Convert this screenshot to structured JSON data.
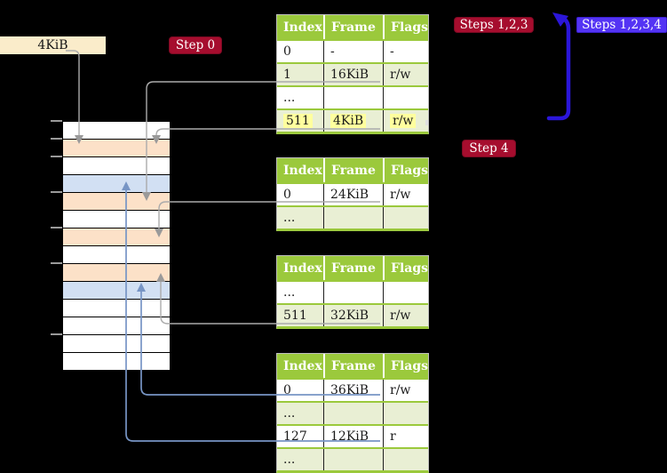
{
  "labels": {
    "frame_4kib": "4KiB",
    "step0": "Step 0",
    "steps123": "Steps 1,2,3",
    "steps1234": "Steps 1,2,3,4",
    "step4": "Step 4"
  },
  "colors": {
    "header_green": "#9bc93c",
    "row_alt_green": "#e9efd4",
    "highlight_yellow": "#ffff9e",
    "red_label": "#a60d2e",
    "blue_label": "#5434f4",
    "big_arrow_blue": "#2b16d9",
    "line_gray": "#ababab",
    "arrowhead_gray": "#9a9a9a",
    "line_steelblue": "#7795c5",
    "mem_orange": "#fce1c8",
    "mem_blue": "#d2e0f3",
    "frame_label_bg": "#faecca"
  },
  "tables": [
    {
      "name": "page-table-1",
      "headers": [
        "Index",
        "Frame",
        "Flags"
      ],
      "rows": [
        {
          "index": "0",
          "frame": "-",
          "flags": "-",
          "shade": false,
          "highlight": false
        },
        {
          "index": "1",
          "frame": "16KiB",
          "flags": "r/w",
          "shade": true,
          "highlight": false
        },
        {
          "index": "...",
          "frame": "",
          "flags": "",
          "shade": false,
          "highlight": false
        },
        {
          "index": "511",
          "frame": "4KiB",
          "flags": "r/w",
          "shade": true,
          "highlight": true
        }
      ]
    },
    {
      "name": "page-table-2",
      "headers": [
        "Index",
        "Frame",
        "Flags"
      ],
      "rows": [
        {
          "index": "0",
          "frame": "24KiB",
          "flags": "r/w",
          "shade": false,
          "highlight": false
        },
        {
          "index": "...",
          "frame": "",
          "flags": "",
          "shade": true,
          "highlight": false
        }
      ]
    },
    {
      "name": "page-table-3",
      "headers": [
        "Index",
        "Frame",
        "Flags"
      ],
      "rows": [
        {
          "index": "...",
          "frame": "",
          "flags": "",
          "shade": false,
          "highlight": false
        },
        {
          "index": "511",
          "frame": "32KiB",
          "flags": "r/w",
          "shade": true,
          "highlight": false
        }
      ]
    },
    {
      "name": "page-table-4",
      "headers": [
        "Index",
        "Frame",
        "Flags"
      ],
      "rows": [
        {
          "index": "0",
          "frame": "36KiB",
          "flags": "r/w",
          "shade": false,
          "highlight": false
        },
        {
          "index": "...",
          "frame": "",
          "flags": "",
          "shade": true,
          "highlight": false
        },
        {
          "index": "127",
          "frame": "12KiB",
          "flags": "r",
          "shade": false,
          "highlight": false
        },
        {
          "index": "...",
          "frame": "",
          "flags": "",
          "shade": true,
          "highlight": false
        }
      ]
    }
  ],
  "memory_stack": {
    "rows": [
      "white",
      "orange",
      "white",
      "blue",
      "orange",
      "white",
      "orange",
      "white",
      "orange",
      "blue",
      "white",
      "white",
      "white",
      "white"
    ],
    "tick_ys": [
      136,
      156,
      176,
      216,
      256,
      296,
      376
    ]
  }
}
